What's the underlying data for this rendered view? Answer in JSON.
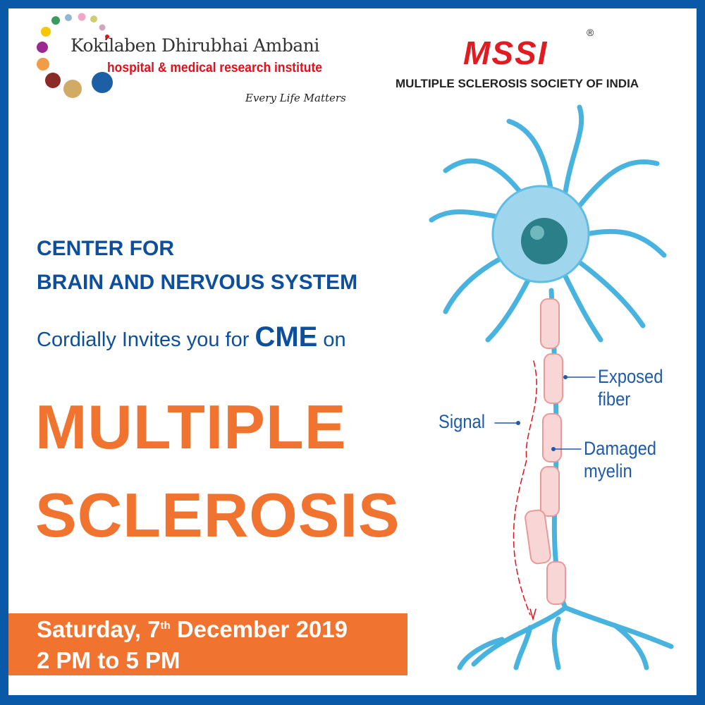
{
  "hospital": {
    "name": "Kokilaben Dhirubhai Ambani",
    "subtitle": "hospital & medical research institute",
    "tagline": "Every Life Matters"
  },
  "society": {
    "logo_text": "MSSI",
    "registered_mark": "®",
    "full_name": "MULTIPLE SCLEROSIS SOCIETY OF INDIA"
  },
  "heading": {
    "line1": "CENTER FOR",
    "line2": "BRAIN AND NERVOUS SYSTEM",
    "invite_prefix": "Cordially Invites you for",
    "invite_highlight": "CME",
    "invite_suffix": "on"
  },
  "title": {
    "line1": "MULTIPLE",
    "line2": "SCLEROSIS"
  },
  "event": {
    "date_day": "Saturday, 7",
    "date_sup": "th",
    "date_rest": " December 2019",
    "time": "2 PM to 5 PM"
  },
  "diagram": {
    "label_exposed_1": "Exposed",
    "label_exposed_2": "fiber",
    "label_damaged_1": "Damaged",
    "label_damaged_2": "myelin",
    "label_signal": "Signal"
  },
  "colors": {
    "border": "#0a58a8",
    "blue_text": "#0d4f9c",
    "orange": "#f07330",
    "red": "#e3101e"
  }
}
